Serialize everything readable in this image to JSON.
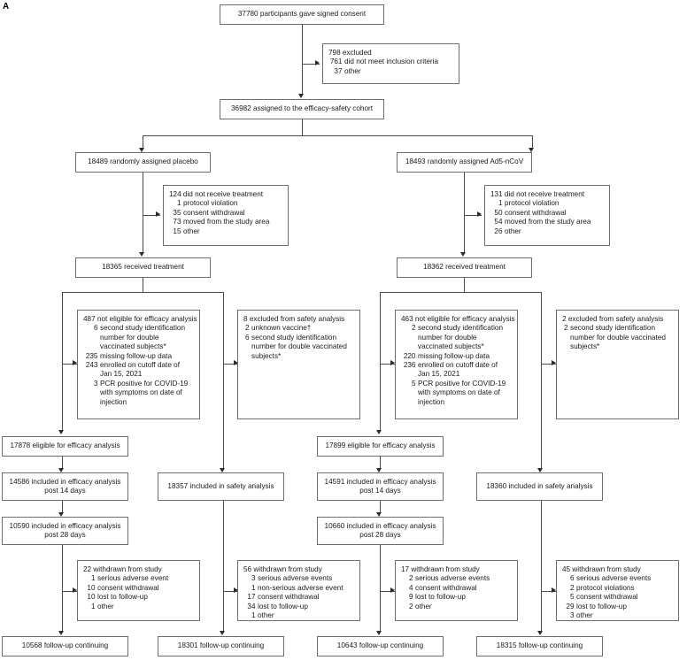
{
  "panel": {
    "letter": "A"
  },
  "nodes": {
    "consent": {
      "text": "37780 participants gave signed consent"
    },
    "cohort": {
      "text": "36982 assigned to the efficacy-safety cohort"
    },
    "rand_placebo": {
      "text": "18489 randomly assigned placebo"
    },
    "rand_vaccine": {
      "text": "18493 randomly assigned Ad5-nCoV"
    },
    "treat_placebo": {
      "text": "18365 received treatment"
    },
    "treat_vaccine": {
      "text": "18362 received treatment"
    },
    "elig_placebo": {
      "text": "17878 eligible for efficacy analysis"
    },
    "elig_vaccine": {
      "text": "17899 eligible for efficacy analysis"
    },
    "eff14_placebo": {
      "text": "14586 included in efficacy analysis\npost 14 days"
    },
    "eff14_vaccine": {
      "text": "14591 included in efficacy analysis\npost 14 days"
    },
    "eff28_placebo": {
      "text": "10590 included in efficacy analysis\npost 28 days"
    },
    "eff28_vaccine": {
      "text": "10660 included in efficacy analysis\npost 28 days"
    },
    "safety_placebo": {
      "text": "18357 included in safety analysis"
    },
    "safety_vaccine": {
      "text": "18360 included in safety analysis"
    },
    "fu_eff_placebo": {
      "text": "10568 follow-up continuing"
    },
    "fu_safety_placebo": {
      "text": "18301 follow-up continuing"
    },
    "fu_eff_vaccine": {
      "text": "10643 follow-up continuing"
    },
    "fu_safety_vaccine": {
      "text": "18315 follow-up continuing"
    }
  },
  "excluded_consent": {
    "header": "798 excluded",
    "items": [
      {
        "n": "761",
        "text": "did not meet inclusion criteria"
      },
      {
        "n": "37",
        "text": "other"
      }
    ]
  },
  "no_treatment_placebo": {
    "header": "124 did not receive treatment",
    "items": [
      {
        "n": "1",
        "text": "protocol violation"
      },
      {
        "n": "35",
        "text": "consent withdrawal"
      },
      {
        "n": "73",
        "text": "moved from the study area"
      },
      {
        "n": "15",
        "text": "other"
      }
    ]
  },
  "no_treatment_vaccine": {
    "header": "131 did not receive treatment",
    "items": [
      {
        "n": "1",
        "text": "protocol violation"
      },
      {
        "n": "50",
        "text": "consent withdrawal"
      },
      {
        "n": "54",
        "text": "moved from the study area"
      },
      {
        "n": "26",
        "text": "other"
      }
    ]
  },
  "not_eligible_placebo": {
    "header": "487 not eligible for efficacy analysis",
    "items": [
      {
        "n": "6",
        "text": "second study identification\nnumber for double\nvaccinated subjects*"
      },
      {
        "n": "235",
        "text": "missing follow-up data"
      },
      {
        "n": "243",
        "text": "enrolled on cutoff date of\nJan 15, 2021"
      },
      {
        "n": "3",
        "text": "PCR positive for COVID-19\nwith symptoms on date of\ninjection"
      }
    ]
  },
  "not_eligible_vaccine": {
    "header": "463 not eligible for efficacy analysis",
    "items": [
      {
        "n": "2",
        "text": "second study identification\nnumber for double\nvaccinated subjects*"
      },
      {
        "n": "220",
        "text": "missing follow-up data"
      },
      {
        "n": "236",
        "text": "enrolled on cutoff date of\nJan 15, 2021"
      },
      {
        "n": "5",
        "text": "PCR positive for COVID-19\nwith symptoms on date of\ninjection"
      }
    ]
  },
  "excluded_safety_placebo": {
    "header": "8 excluded from safety analysis",
    "items": [
      {
        "n": "2",
        "text": "unknown vaccine†"
      },
      {
        "n": "6",
        "text": "second study identification\nnumber for double vaccinated\nsubjects*"
      }
    ]
  },
  "excluded_safety_vaccine": {
    "header": "2 excluded from safety analysis",
    "items": [
      {
        "n": "2",
        "text": "second study identification\nnumber for double vaccinated\nsubjects*"
      }
    ]
  },
  "withdrawn_eff_placebo": {
    "header": "22 withdrawn from study",
    "items": [
      {
        "n": "1",
        "text": "serious adverse event"
      },
      {
        "n": "10",
        "text": "consent withdrawal"
      },
      {
        "n": "10",
        "text": "lost to follow-up"
      },
      {
        "n": "1",
        "text": "other"
      }
    ]
  },
  "withdrawn_safety_placebo": {
    "header": "56 withdrawn from study",
    "items": [
      {
        "n": "3",
        "text": "serious adverse events"
      },
      {
        "n": "1",
        "text": "non-serious adverse event"
      },
      {
        "n": "17",
        "text": "consent withdrawal"
      },
      {
        "n": "34",
        "text": "lost to follow-up"
      },
      {
        "n": "1",
        "text": "other"
      }
    ]
  },
  "withdrawn_eff_vaccine": {
    "header": "17 withdrawn from study",
    "items": [
      {
        "n": "2",
        "text": "serious adverse events"
      },
      {
        "n": "4",
        "text": "consent withdrawal"
      },
      {
        "n": "9",
        "text": "lost to follow-up"
      },
      {
        "n": "2",
        "text": "other"
      }
    ]
  },
  "withdrawn_safety_vaccine": {
    "header": "45 withdrawn from study",
    "items": [
      {
        "n": "6",
        "text": "serious adverse events"
      },
      {
        "n": "2",
        "text": "protocol violations"
      },
      {
        "n": "5",
        "text": "consent withdrawal"
      },
      {
        "n": "29",
        "text": "lost to follow-up"
      },
      {
        "n": "3",
        "text": "other"
      }
    ]
  },
  "colors": {
    "box_border": "#6e6e6e",
    "connector": "#4a4a4a",
    "text": "#1a1a1a",
    "background": "#ffffff"
  }
}
